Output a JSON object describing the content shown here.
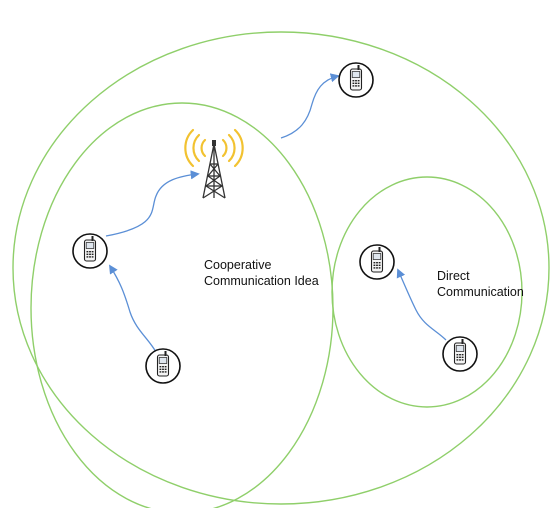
{
  "labels": {
    "cooperative_line1": "Cooperative",
    "cooperative_line2": "Communication Idea",
    "direct_line1": "Direct",
    "direct_line2": "Communication"
  },
  "colors": {
    "circle_stroke": "#8fcf6a",
    "arrow": "#5b8fd6",
    "phone_outline": "#111111",
    "tower_signal": "#f2c230"
  },
  "icons": [
    "cell-tower-icon",
    "mobile-phone-icon"
  ]
}
